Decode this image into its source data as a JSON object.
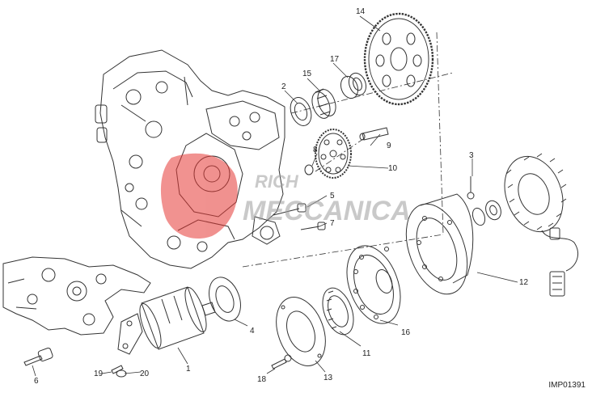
{
  "watermark": {
    "line1": "RICH",
    "line2": "MECCANICA",
    "logo": "ducati-shield-logo"
  },
  "reference": "IMP01391",
  "callouts": {
    "c1": "1",
    "c2": "2",
    "c3": "3",
    "c4": "4",
    "c5": "5",
    "c6": "6",
    "c7": "7",
    "c8": "8",
    "c9": "9",
    "c10": "10",
    "c11": "11",
    "c12": "12",
    "c13": "13",
    "c14": "14",
    "c15": "15",
    "c16": "16",
    "c17": "17",
    "c18": "18",
    "c19": "19",
    "c20": "20"
  },
  "colors": {
    "line": "#333333",
    "watermark_red": "#e53935",
    "watermark_grey": "#9e9e9e"
  }
}
